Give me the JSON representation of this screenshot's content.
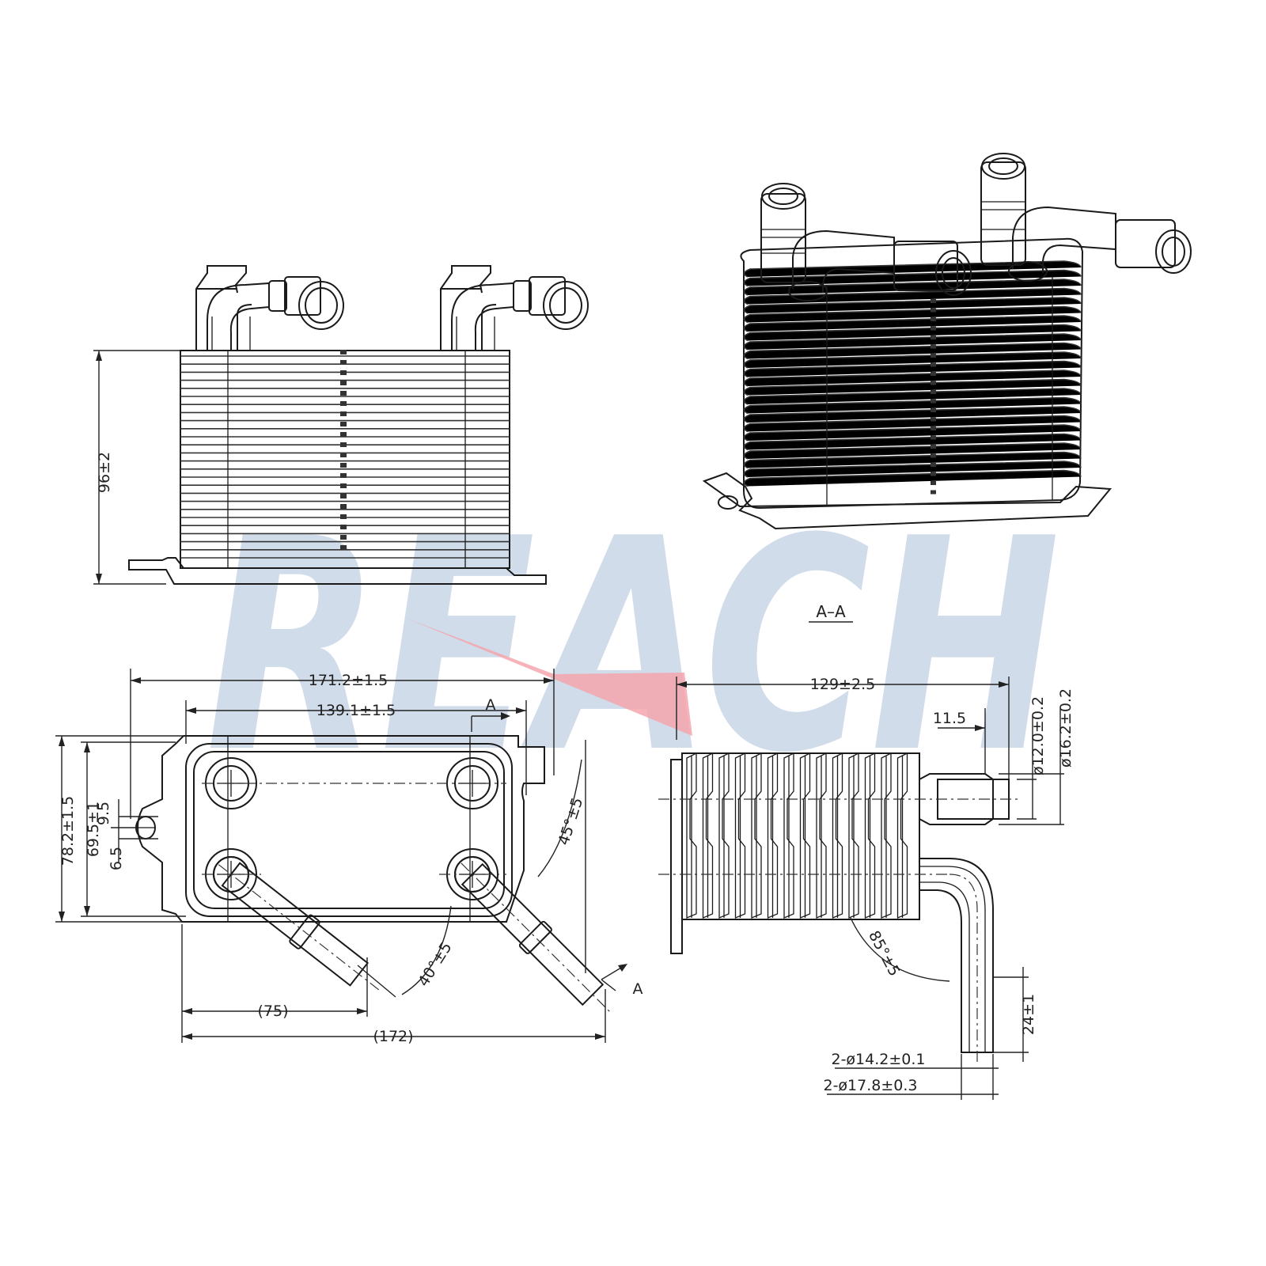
{
  "logo": {
    "text": "REACH",
    "color": "#c8d6e6",
    "accent_color": "#f4a6ad"
  },
  "section_label": "A–A",
  "section_marks": [
    "A",
    "A"
  ],
  "dimensions": {
    "height_side": "96±2",
    "overall_width": "171.2±1.5",
    "core_width": "139.1±1.5",
    "overall_height": "78.2±1.5",
    "core_height": "69.5±1",
    "hole_offset_a": "9.5",
    "hole_offset_b": "6.5",
    "angle_right": "45°±5",
    "angle_left": "40°±5",
    "spacing_inner": "(75)",
    "spacing_outer": "(172)",
    "section_length": "129±2.5",
    "section_offset": "11.5",
    "dia_inner": "ø12.0±0.2",
    "dia_outer": "ø16.2±0.2",
    "section_angle": "85°±5",
    "tube_length": "24±1",
    "tube_dia_inner": "2-ø14.2±0.1",
    "tube_dia_outer": "2-ø17.8±0.3"
  },
  "colors": {
    "line": "#1a1a1a",
    "background": "#ffffff"
  }
}
